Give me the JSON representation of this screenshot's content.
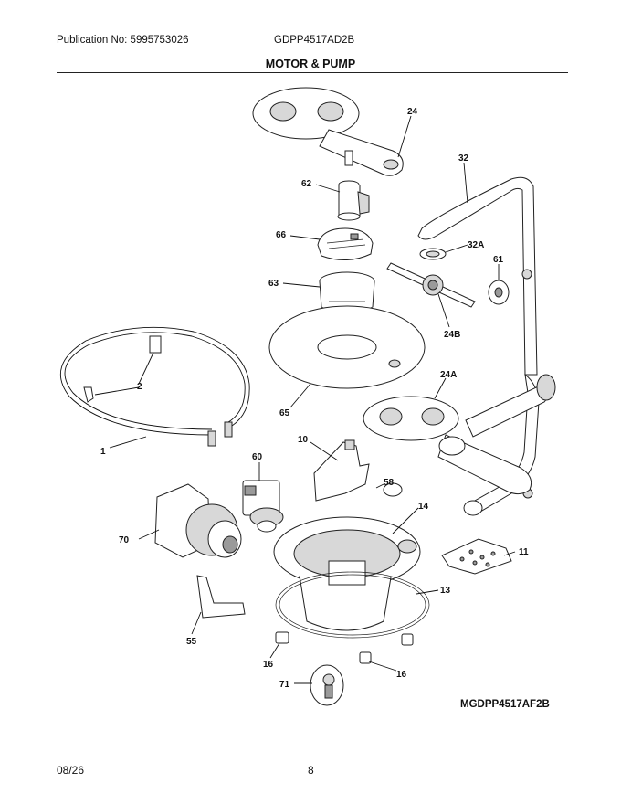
{
  "header": {
    "publication": "Publication No: 5995753026",
    "model": "GDPP4517AD2B",
    "section_title": "MOTOR & PUMP"
  },
  "diagram": {
    "code": "MGDPP4517AF2B",
    "callouts": [
      "24",
      "32",
      "62",
      "66",
      "32A",
      "61",
      "63",
      "24B",
      "2",
      "65",
      "24A",
      "1",
      "10",
      "60",
      "58",
      "14",
      "70",
      "11",
      "13",
      "55",
      "16",
      "16",
      "71"
    ]
  },
  "footer": {
    "date": "08/26",
    "page": "8"
  }
}
